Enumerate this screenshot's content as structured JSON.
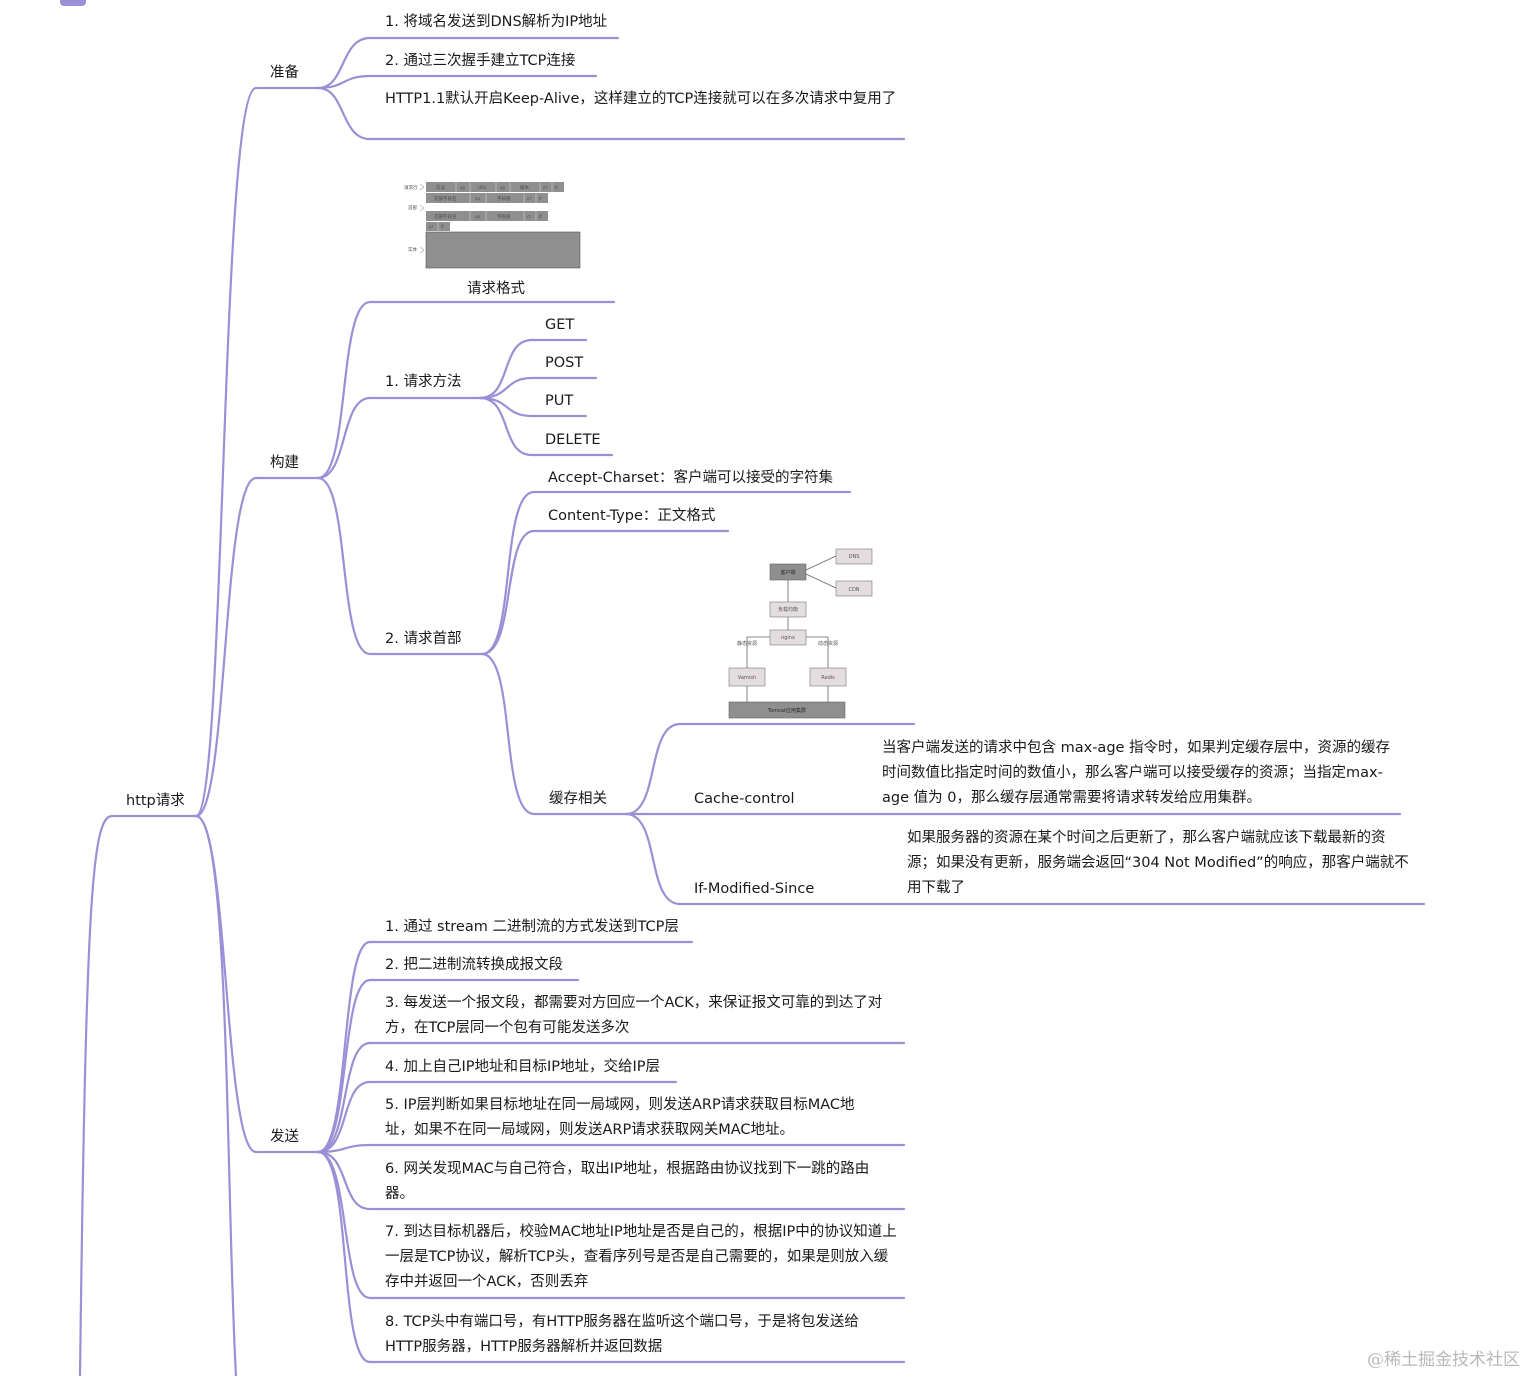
{
  "colors": {
    "branch": "#9b8fd6",
    "text": "#1a1a1a",
    "watermark": "#b9b9b9"
  },
  "root": "http请求",
  "prepare": {
    "label": "准备",
    "items": [
      "1. 将域名发送到DNS解析为IP地址",
      "2. 通过三次握手建立TCP连接",
      "HTTP1.1默认开启Keep-Alive，这样建立的TCP连接就可以在多次请求中复用了"
    ]
  },
  "build": {
    "label": "构建",
    "format": {
      "label": "请求格式",
      "figure_labels": [
        "方法",
        "sp",
        "URL",
        "sp",
        "版本",
        "cr",
        "lf",
        "首部字段名",
        "sp",
        "字段值",
        "cr",
        "lf",
        "首部字段名",
        "sp",
        "字段值",
        "cr",
        "lf",
        "cr",
        "lf",
        "请求行",
        "首部",
        "实体"
      ]
    },
    "method": {
      "label": "1. 请求方法",
      "items": [
        "GET",
        "POST",
        "PUT",
        "DELETE"
      ]
    },
    "header": {
      "label": "2. 请求首部",
      "items": [
        "Accept-Charset：客户端可以接受的字符集",
        "Content-Type：正文格式"
      ],
      "cache": {
        "label": "缓存相关",
        "figure_labels": [
          "客户端",
          "DNS",
          "CDN",
          "负载均衡",
          "nginx",
          "静态资源",
          "动态资源",
          "Varnish",
          "Redis",
          "Tomcat应用集群"
        ],
        "items": [
          {
            "key": "Cache-control",
            "desc": "当客户端发送的请求中包含 max-age 指令时，如果判定缓存层中，资源的缓存时间数值比指定时间的数值小，那么客户端可以接受缓存的资源；当指定max-age 值为 0，那么缓存层通常需要将请求转发给应用集群。"
          },
          {
            "key": "If-Modified-Since",
            "desc": "如果服务器的资源在某个时间之后更新了，那么客户端就应该下载最新的资源；如果没有更新，服务端会返回“304 Not Modified”的响应，那客户端就不用下载了"
          }
        ]
      }
    }
  },
  "send": {
    "label": "发送",
    "items": [
      "1. 通过 stream 二进制流的方式发送到TCP层",
      "2. 把二进制流转换成报文段",
      "3. 每发送一个报文段，都需要对方回应一个ACK，来保证报文可靠的到达了对方，在TCP层同一个包有可能发送多次",
      "4. 加上自己IP地址和目标IP地址，交给IP层",
      "5. IP层判断如果目标地址在同一局域网，则发送ARP请求获取目标MAC地址，如果不在同一局域网，则发送ARP请求获取网关MAC地址。",
      "6. 网关发现MAC与自己符合，取出IP地址，根据路由协议找到下一跳的路由器。",
      "7. 到达目标机器后，校验MAC地址IP地址是否是自己的，根据IP中的协议知道上一层是TCP协议，解析TCP头，查看序列号是否是自己需要的，如果是则放入缓存中并返回一个ACK，否则丢弃",
      "8. TCP头中有端口号，有HTTP服务器在监听这个端口号，于是将包发送给HTTP服务器，HTTP服务器解析并返回数据"
    ]
  },
  "watermark": "@稀土掘金技术社区"
}
